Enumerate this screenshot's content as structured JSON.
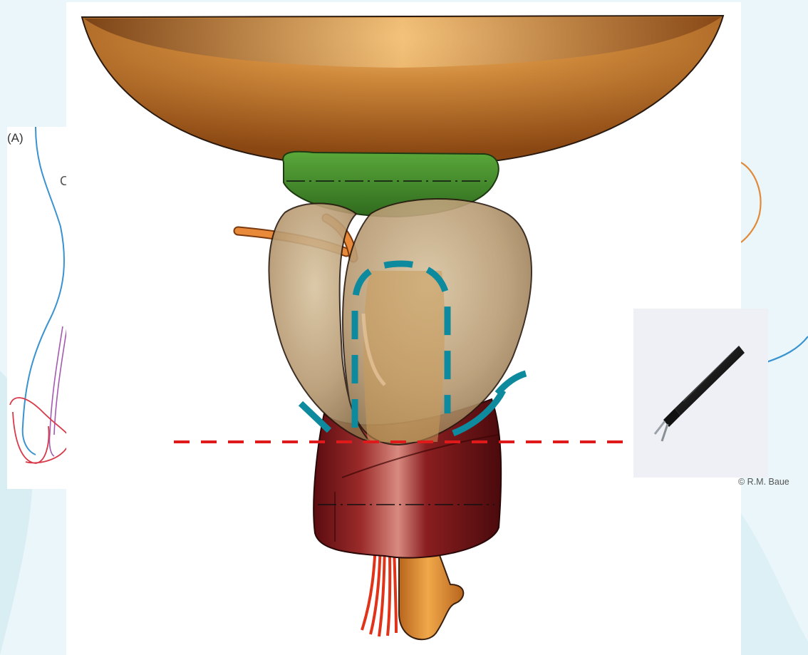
{
  "left_panel": {
    "label": "(A)",
    "partial_letter": "C"
  },
  "credit": {
    "text": "© R.M. Baue"
  },
  "colors": {
    "bladder": "#b8601e",
    "bladder_neck": "#3f8a2a",
    "prostate": "#b89a72",
    "sphincter": "#7a1a1c",
    "urethra": "#d58233",
    "vas_deferens": "#e88a3a",
    "nerve_fibers": "#e0331a",
    "dissection_outline": "#0e8a9e",
    "cut_line": "#e01a1a",
    "sketch_blue": "#3a93d0",
    "sketch_red": "#d83a4a",
    "sketch_purple": "#a45ab0"
  },
  "icons": {
    "instrument": "laparoscopic-scissors-icon"
  }
}
